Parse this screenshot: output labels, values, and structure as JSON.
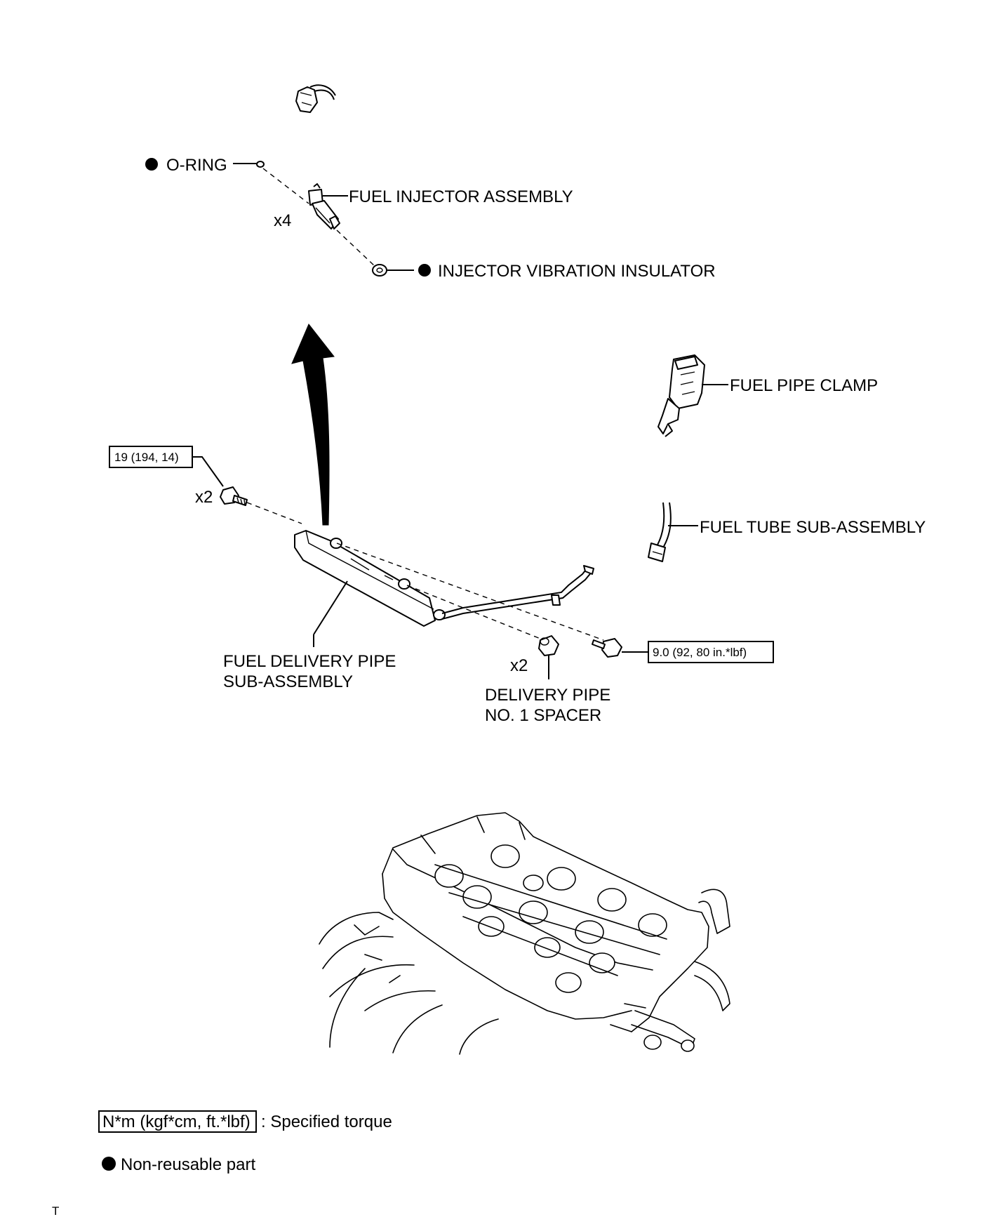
{
  "labels": {
    "o_ring": "O-RING",
    "fuel_injector": "FUEL INJECTOR ASSEMBLY",
    "injector_qty": "x4",
    "injector_insulator": "INJECTOR VIBRATION INSULATOR",
    "fuel_pipe_clamp": "FUEL PIPE CLAMP",
    "fuel_tube": "FUEL TUBE SUB-ASSEMBLY",
    "bolt_qty": "x2",
    "delivery_pipe_line1": "FUEL DELIVERY PIPE",
    "delivery_pipe_line2": "SUB-ASSEMBLY",
    "spacer_qty": "x2",
    "spacer_line1": "DELIVERY PIPE",
    "spacer_line2": "NO. 1 SPACER"
  },
  "torques": {
    "delivery_pipe_bolt": "19 (194, 14)",
    "pipe_bracket_bolt": "9.0 (92, 80 in.*lbf)"
  },
  "legend": {
    "torque_unit": "N*m (kgf*cm, ft.*lbf)",
    "torque_desc": ": Specified torque",
    "nonreusable_desc": "Non-reusable part"
  },
  "footer": {
    "mark": "T"
  },
  "icons": {
    "non_reusable": "filled-circle-icon"
  }
}
